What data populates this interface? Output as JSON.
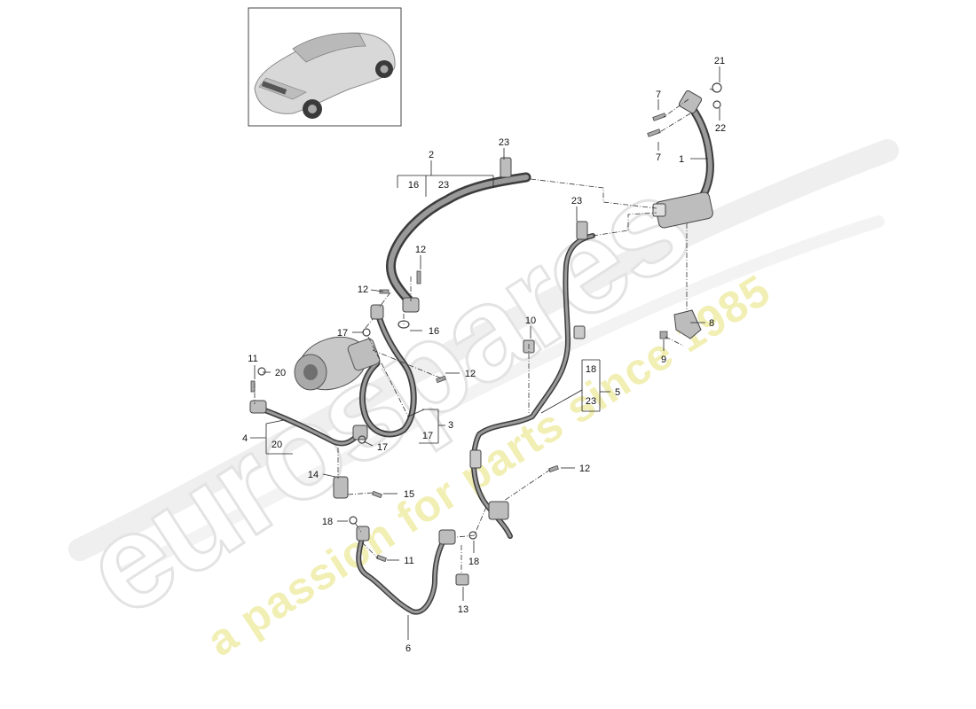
{
  "watermark": {
    "brand": "eurospares",
    "tagline": "a passion for parts since 1985"
  },
  "callouts": {
    "c1": "1",
    "c2": "2",
    "c2_sub_a": "16",
    "c2_sub_b": "23",
    "c3": "3",
    "c3_sub": "17",
    "c4": "4",
    "c4_sub": "20",
    "c5": "5",
    "c5_sub_a": "18",
    "c5_sub_b": "23",
    "c6": "6",
    "c7_top": "7",
    "c7_bottom": "7",
    "c8": "8",
    "c9": "9",
    "c10": "10",
    "c11_top": "11",
    "c11_bottom": "11",
    "c12_a": "12",
    "c12_b": "12",
    "c12_c": "12",
    "c12_d": "12",
    "c13": "13",
    "c14": "14",
    "c15": "15",
    "c16": "16",
    "c17_a": "17",
    "c17_b": "17",
    "c18_a": "18",
    "c18_b": "18",
    "c20": "20",
    "c21": "21",
    "c22": "22",
    "c23_a": "23",
    "c23_b": "23"
  },
  "colors": {
    "hose": "#3c3c3c",
    "watermark_gray": "#e6e6e6",
    "watermark_yellow": "#f1efb4"
  }
}
